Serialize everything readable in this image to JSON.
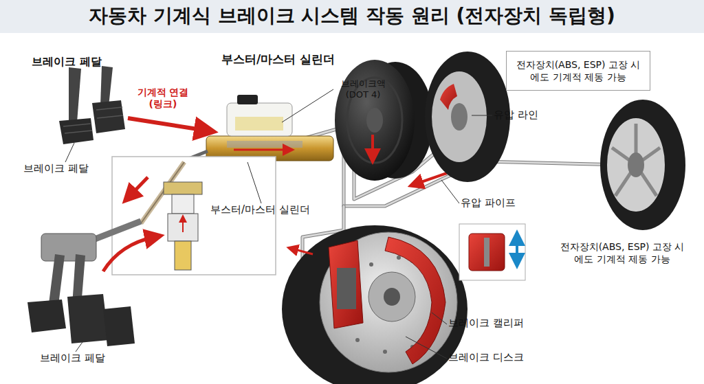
{
  "diagram": {
    "title": "자동차 기계식 브레이크 시스템 작동 원리 (전자장치 독립형)",
    "nodes": [
      {
        "text": [
          "전자장치(ABS, ESP) 고장 시에도 기계적 제동 가능"
        ]
      },
      {
        "text": [
          "전자장치(ABS, ESP) 고장 시에도 기계적 제동 가능"
        ]
      }
    ],
    "labels": [
      "브레이크 페달",
      "기계적 연결 (링크)",
      "부스터/마스터 실린더",
      "브레이크액 (DOT 4)",
      "브레이크 페달",
      "유압 라인",
      "부스터/마스터 실린더",
      "유압 파이프",
      "브레이크 캘리퍼",
      "브레이크 디스크",
      "브레이크 페달"
    ]
  }
}
